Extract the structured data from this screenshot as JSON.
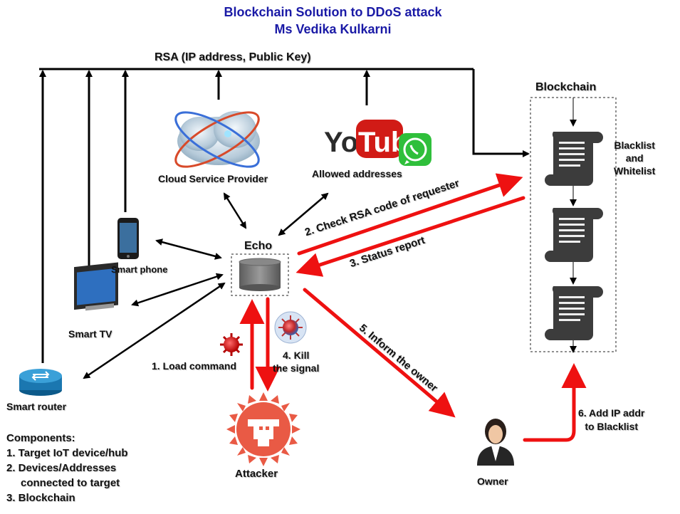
{
  "title": {
    "line1": "Blockchain Solution to DDoS attack",
    "line2": "Ms Vedika Kulkarni"
  },
  "top_arrow_label": "RSA (IP address, Public Key)",
  "nodes": {
    "cloud": "Cloud Service Provider",
    "youtube_text": "You",
    "youtube_tube": "Tube",
    "allowed": "Allowed addresses",
    "blockchain": "Blockchain",
    "lists": "Blacklist\nand\nWhitelist",
    "echo": "Echo",
    "smart_phone": "Smart phone",
    "smart_tv": "Smart TV",
    "smart_router": "Smart router",
    "attacker": "Attacker",
    "owner": "Owner"
  },
  "steps": {
    "s1": "1. Load command",
    "s2": "2. Check RSA code of requester",
    "s3": "3. Status report",
    "s4": "4. Kill\nthe signal",
    "s5": "5. Inform the owner",
    "s6": "6. Add IP addr\nto Blacklist"
  },
  "components": {
    "heading": "Components:",
    "items": [
      "1. Target IoT device/hub",
      "2. Devices/Addresses",
      "connected to target",
      "3. Blockchain"
    ]
  },
  "colors": {
    "title": "#1a1aa6",
    "attack_flow": "#ee1111",
    "link": "#000000"
  }
}
